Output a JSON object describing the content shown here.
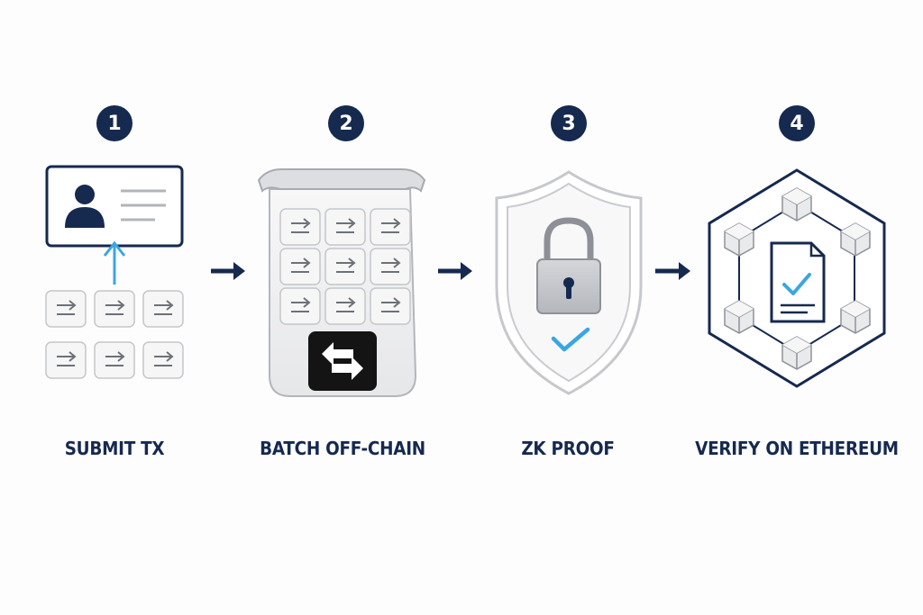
{
  "steps": [
    {
      "number": "1",
      "label": "SUBMIT TX",
      "icon": "user-card-icon"
    },
    {
      "number": "2",
      "label": "BATCH OFF-CHAIN",
      "icon": "batch-bundle-icon"
    },
    {
      "number": "3",
      "label": "ZK PROOF",
      "icon": "shield-lock-icon"
    },
    {
      "number": "4",
      "label": "VERIFY ON ETHEREUM",
      "icon": "ethereum-network-icon"
    }
  ],
  "colors": {
    "navy": "#16294f",
    "accent_blue": "#3aa6e2",
    "gray_line": "#b9bcc2",
    "card_fill": "#f4f5f6",
    "dark_tile": "#141414"
  }
}
